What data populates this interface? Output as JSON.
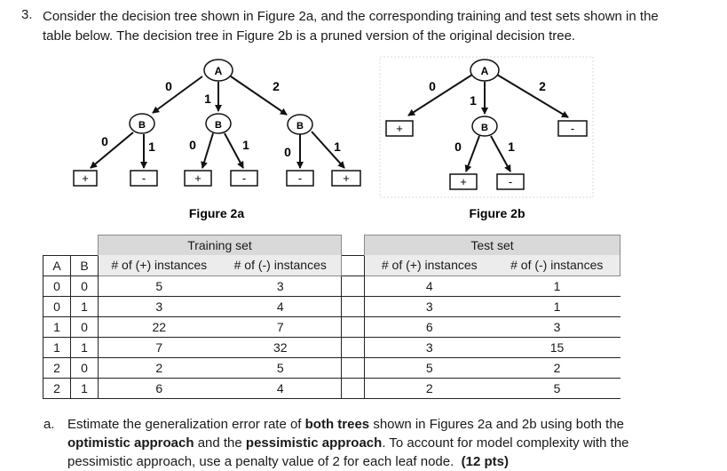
{
  "question": {
    "number": "3.",
    "line1": "Consider the decision tree shown in Figure 2a, and the corresponding training and test sets shown in the",
    "line2": "table below. The decision tree in Figure 2b is a pruned version of the original decision tree."
  },
  "figure_a": {
    "caption": "Figure 2a",
    "root": "A",
    "root_edges": [
      "0",
      "1",
      "2"
    ],
    "nodes": [
      "B",
      "B",
      "B"
    ],
    "node_edges": [
      [
        "0",
        "1"
      ],
      [
        "0",
        "1"
      ],
      [
        "0",
        "1"
      ]
    ],
    "leaves": [
      "+",
      "-",
      "+",
      "-",
      "-",
      "+"
    ]
  },
  "figure_b": {
    "caption": "Figure 2b",
    "root": "A",
    "root_edges": [
      "0",
      "1",
      "2"
    ],
    "node": "B",
    "node_edges": [
      "0",
      "1"
    ],
    "leaves": [
      "+",
      "+",
      "-",
      "-"
    ]
  },
  "table": {
    "training_header": "Training set",
    "test_header": "Test set",
    "col_a": "A",
    "col_b": "B",
    "col_pos": "# of (+) instances",
    "col_neg": "# of (-) instances",
    "rows": [
      {
        "a": "0",
        "b": "0",
        "train_pos": "5",
        "train_neg": "3",
        "test_pos": "4",
        "test_neg": "1"
      },
      {
        "a": "0",
        "b": "1",
        "train_pos": "3",
        "train_neg": "4",
        "test_pos": "3",
        "test_neg": "1"
      },
      {
        "a": "1",
        "b": "0",
        "train_pos": "22",
        "train_neg": "7",
        "test_pos": "6",
        "test_neg": "3"
      },
      {
        "a": "1",
        "b": "1",
        "train_pos": "7",
        "train_neg": "32",
        "test_pos": "3",
        "test_neg": "15"
      },
      {
        "a": "2",
        "b": "0",
        "train_pos": "2",
        "train_neg": "5",
        "test_pos": "5",
        "test_neg": "2"
      },
      {
        "a": "2",
        "b": "1",
        "train_pos": "6",
        "train_neg": "4",
        "test_pos": "2",
        "test_neg": "5"
      }
    ]
  },
  "subquestion": {
    "label": "a.",
    "t1": "Estimate the generalization error rate of ",
    "b1": "both trees",
    "t2": " shown in Figures 2a and 2b using both the",
    "b2": "optimistic approach",
    "t3": " and the ",
    "b3": "pessimistic approach",
    "t4": ". To account for model complexity with the",
    "t5": "pessimistic approach, use a penalty value of 2 for each leaf node.  ",
    "b4": "(12 pts)"
  }
}
